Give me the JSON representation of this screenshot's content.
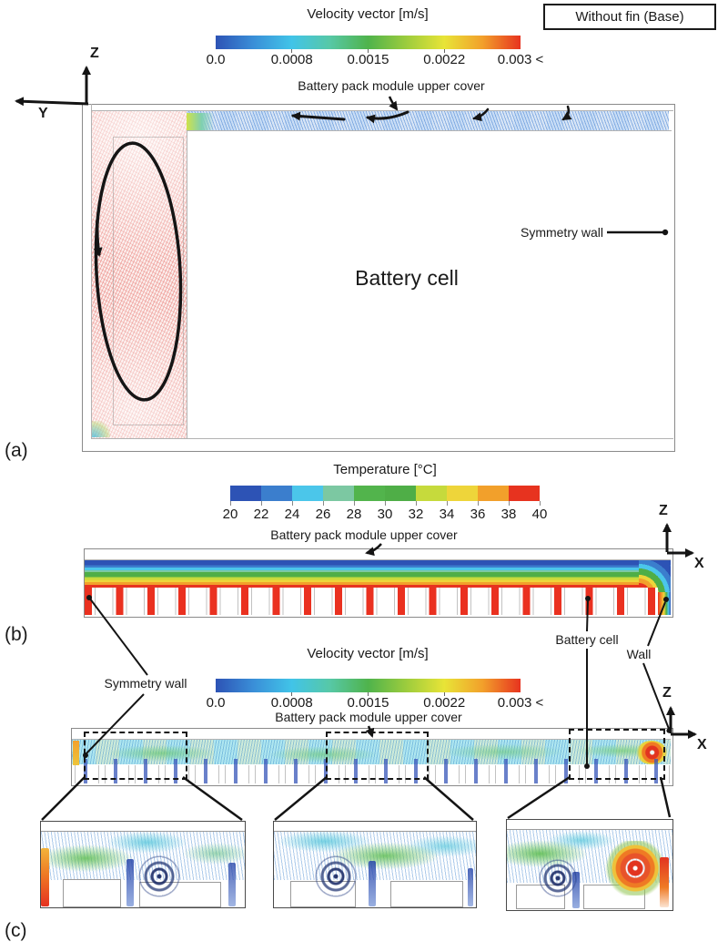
{
  "badge": {
    "label": "Without fin (Base)"
  },
  "colorbars": {
    "velocity_a": {
      "title": "Velocity vector [m/s]",
      "ticks": [
        "0.0",
        "0.0008",
        "0.0015",
        "0.0022",
        "0.003 <"
      ]
    },
    "temperature": {
      "title": "Temperature [°C]",
      "ticks": [
        "20",
        "22",
        "24",
        "26",
        "28",
        "30",
        "32",
        "34",
        "36",
        "38",
        "40"
      ],
      "segment_colors": [
        "#2d53b5",
        "#3b7ecd",
        "#4bc6ea",
        "#7cc8a2",
        "#52b44c",
        "#4fae47",
        "#c6da3c",
        "#eed53a",
        "#f2a02b",
        "#e7331f"
      ]
    },
    "velocity_c": {
      "title": "Velocity vector [m/s]",
      "ticks": [
        "0.0",
        "0.0008",
        "0.0015",
        "0.0022",
        "0.003 <"
      ]
    },
    "velocity_gradient": [
      "#2d53b5",
      "#3a8fd8",
      "#41c4e8",
      "#57c8a6",
      "#4fb34c",
      "#9ccc3d",
      "#e8e437",
      "#f2a02b",
      "#e7331f"
    ]
  },
  "panel_a": {
    "letter": "(a)",
    "labels": {
      "upper_cover": "Battery pack module upper cover",
      "symmetry_wall": "Symmetry wall",
      "battery_cell": "Battery cell"
    },
    "axes": {
      "vertical": "Z",
      "horizontal": "Y"
    }
  },
  "panel_b": {
    "letter": "(b)",
    "labels": {
      "upper_cover": "Battery pack module upper cover",
      "symmetry_wall": "Symmetry wall",
      "battery_cell": "Battery cell",
      "wall": "Wall"
    },
    "axes": {
      "vertical": "Z",
      "horizontal": "X"
    }
  },
  "panel_c": {
    "letter": "(c)",
    "labels": {
      "upper_cover": "Battery pack module upper cover"
    },
    "axes": {
      "vertical": "Z",
      "horizontal": "X"
    }
  }
}
